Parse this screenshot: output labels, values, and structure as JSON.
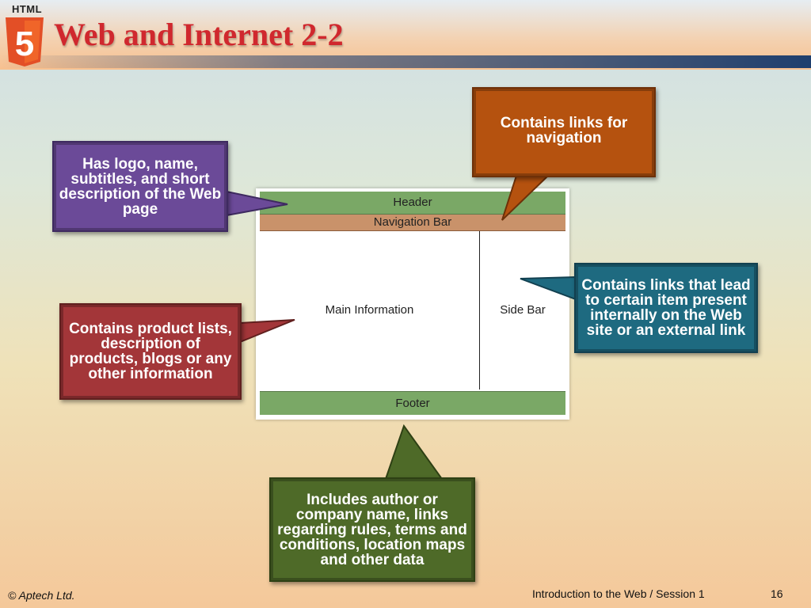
{
  "slide": {
    "title": "Web and Internet 2-2",
    "logo_text": "HTML",
    "logo_digit": "5"
  },
  "wireframe": {
    "header": "Header",
    "nav": "Navigation Bar",
    "main": "Main Information",
    "side": "Side Bar",
    "footer": "Footer"
  },
  "callouts": {
    "header": "Has logo, name, subtitles, and short description of the Web page",
    "nav": "Contains links for navigation",
    "sidebar": "Contains links that lead to certain item present internally on the Web site or an external link",
    "main": "Contains product lists, description of products, blogs or any other information",
    "footer": "Includes author or company name, links regarding rules, terms and conditions, location maps and other data"
  },
  "footer": {
    "copyright": "© Aptech Ltd.",
    "course": "Introduction to the Web / Session 1",
    "page": "16"
  },
  "colors": {
    "title": "#d0282e",
    "header_callout": "#6b4a98",
    "nav_callout": "#b5520f",
    "sidebar_callout": "#1e6a80",
    "main_callout": "#a33639",
    "footer_callout": "#4e6a28",
    "wire_green": "#7aa866",
    "wire_brown": "#c9926a"
  }
}
